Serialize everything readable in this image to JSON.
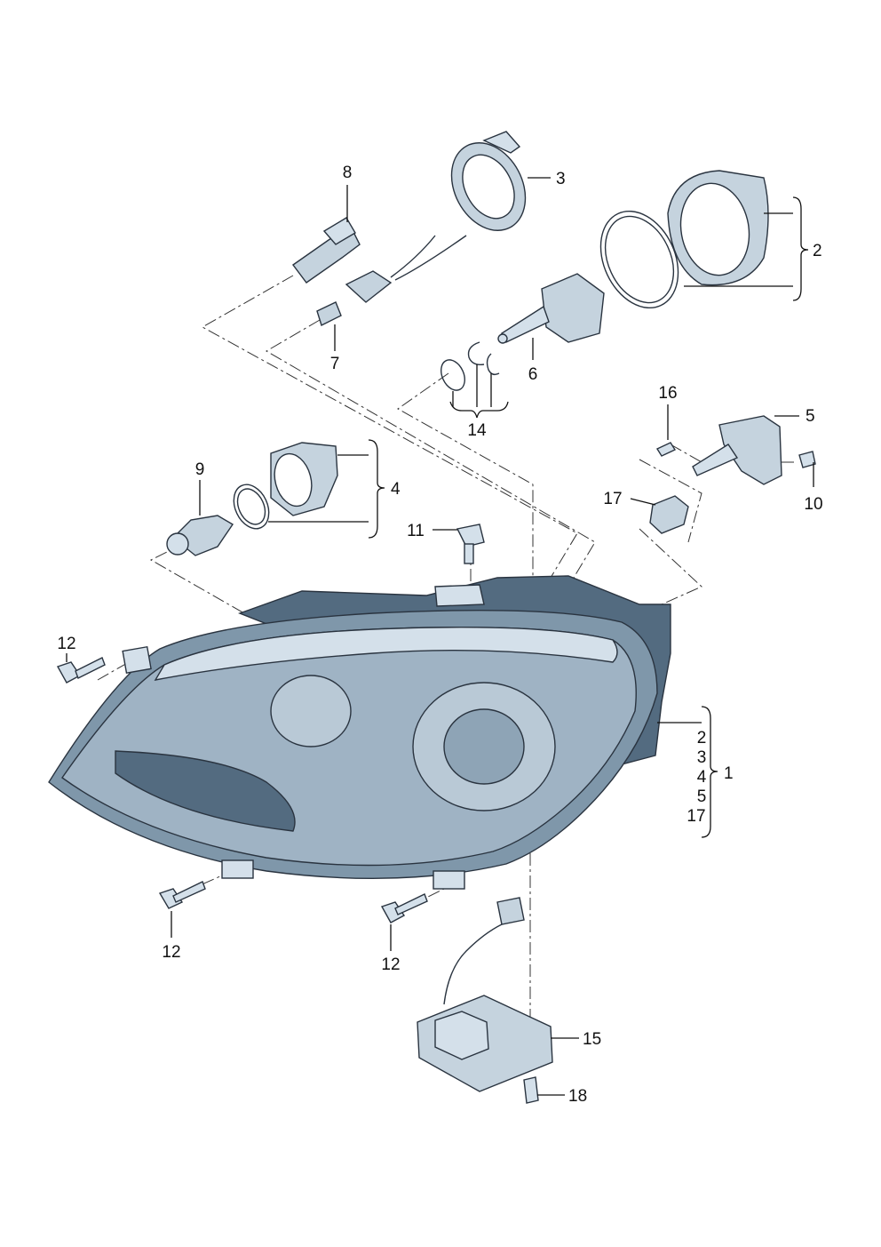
{
  "labels": {
    "l1": "1",
    "l2_top": "2",
    "l2_list": "2",
    "l3_top": "3",
    "l3_list": "3",
    "l4_left": "4",
    "l4_list": "4",
    "l5_top": "5",
    "l5_list": "5",
    "l6": "6",
    "l7": "7",
    "l8": "8",
    "l9": "9",
    "l10": "10",
    "l11": "11",
    "l12_a": "12",
    "l12_b": "12",
    "l12_c": "12",
    "l14": "14",
    "l15": "15",
    "l16": "16",
    "l17_top": "17",
    "l17_list": "17",
    "l18": "18"
  },
  "colors": {
    "part_fill": "#9fb3c4",
    "part_stroke": "#2a3440",
    "leader": "#111111"
  }
}
